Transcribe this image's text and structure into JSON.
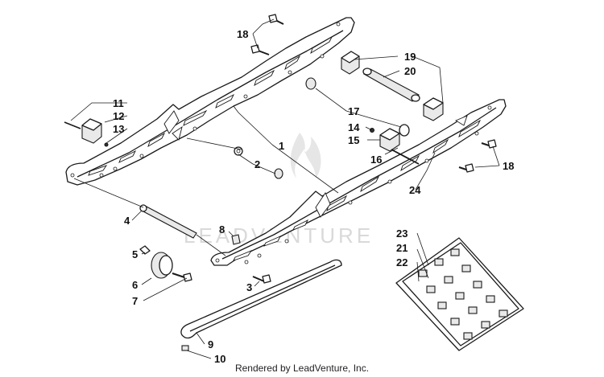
{
  "diagram": {
    "watermark": "LEADVENTURE",
    "footer": "Rendered by LeadVenture, Inc.",
    "callouts": [
      {
        "id": "c18a",
        "label": "18"
      },
      {
        "id": "c19",
        "label": "19"
      },
      {
        "id": "c20",
        "label": "20"
      },
      {
        "id": "c11",
        "label": "11"
      },
      {
        "id": "c12",
        "label": "12"
      },
      {
        "id": "c13",
        "label": "13"
      },
      {
        "id": "c17",
        "label": "17"
      },
      {
        "id": "c14",
        "label": "14"
      },
      {
        "id": "c15",
        "label": "15"
      },
      {
        "id": "c16",
        "label": "16"
      },
      {
        "id": "c1",
        "label": "1"
      },
      {
        "id": "c2",
        "label": "2"
      },
      {
        "id": "c18b",
        "label": "18"
      },
      {
        "id": "c24",
        "label": "24"
      },
      {
        "id": "c4",
        "label": "4"
      },
      {
        "id": "c8",
        "label": "8"
      },
      {
        "id": "c23",
        "label": "23"
      },
      {
        "id": "c21",
        "label": "21"
      },
      {
        "id": "c22",
        "label": "22"
      },
      {
        "id": "c5",
        "label": "5"
      },
      {
        "id": "c6",
        "label": "6"
      },
      {
        "id": "c3",
        "label": "3"
      },
      {
        "id": "c7",
        "label": "7"
      },
      {
        "id": "c9",
        "label": "9"
      },
      {
        "id": "c10",
        "label": "10"
      }
    ]
  }
}
